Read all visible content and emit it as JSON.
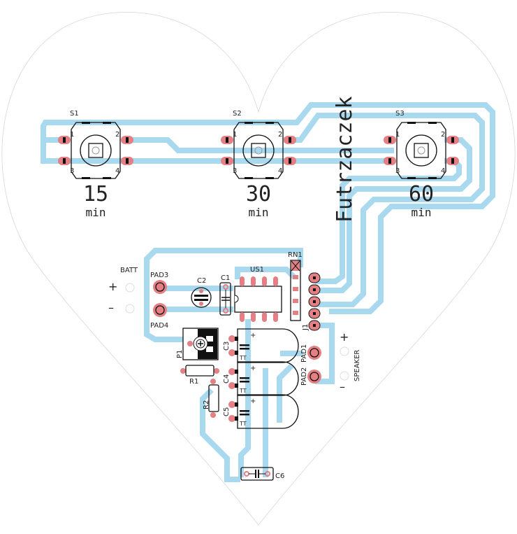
{
  "board": {
    "title": "Futrzaczek",
    "colors": {
      "trace": "#a9d9ee",
      "pad": "#e47f83",
      "silkscreen": "#111111",
      "outline": "#d7d7d7",
      "background": "#ffffff"
    }
  },
  "switches": [
    {
      "ref": "S1",
      "pins": [
        "1",
        "2",
        "3",
        "4"
      ],
      "value": "15",
      "unit": "min"
    },
    {
      "ref": "S2",
      "pins": [
        "1",
        "2",
        "3",
        "4"
      ],
      "value": "30",
      "unit": "min"
    },
    {
      "ref": "S3",
      "pins": [
        "1",
        "2",
        "3",
        "4"
      ],
      "value": "60",
      "unit": "min"
    }
  ],
  "battery": {
    "label": "BATT",
    "plus": "+",
    "minus": "–",
    "pads": [
      "PAD3",
      "PAD4"
    ]
  },
  "speaker": {
    "label": "SPEAKER",
    "plus": "+",
    "minus": "–",
    "pads": [
      "PAD1",
      "PAD2"
    ]
  },
  "components": {
    "C1": "C1",
    "C2": "C2",
    "C3": "C3",
    "C4": "C4",
    "C5": "C5",
    "C6": "C6",
    "US1": "US1",
    "RN1": "RN1",
    "J1": "J1",
    "P1": "P1",
    "R1": "R1",
    "R2": "R2",
    "cap_polarity": "+",
    "tantalum_mark": "TT"
  }
}
